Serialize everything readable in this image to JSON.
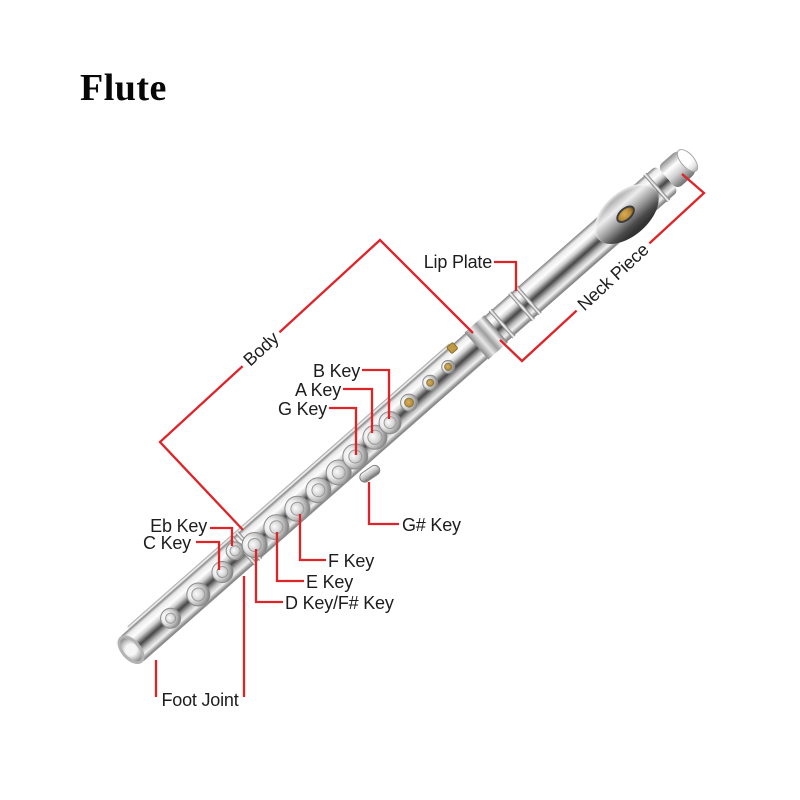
{
  "title": "Flute",
  "colors": {
    "background": "#ffffff",
    "leader_line": "#dd2429",
    "label_text": "#1d1d1d",
    "metal_silver": "#cfcfcf",
    "accent_gold": "#b98e3a"
  },
  "labels": {
    "lip_plate": "Lip Plate",
    "neck_piece": "Neck Piece",
    "body": "Body",
    "b_key": "B Key",
    "a_key": "A Key",
    "g_key": "G Key",
    "g_sharp_key": "G# Key",
    "eb_key": "Eb Key",
    "c_key": "C Key",
    "f_key": "F Key",
    "e_key": "E Key",
    "d_key": "D Key/F# Key",
    "foot_joint": "Foot Joint"
  }
}
